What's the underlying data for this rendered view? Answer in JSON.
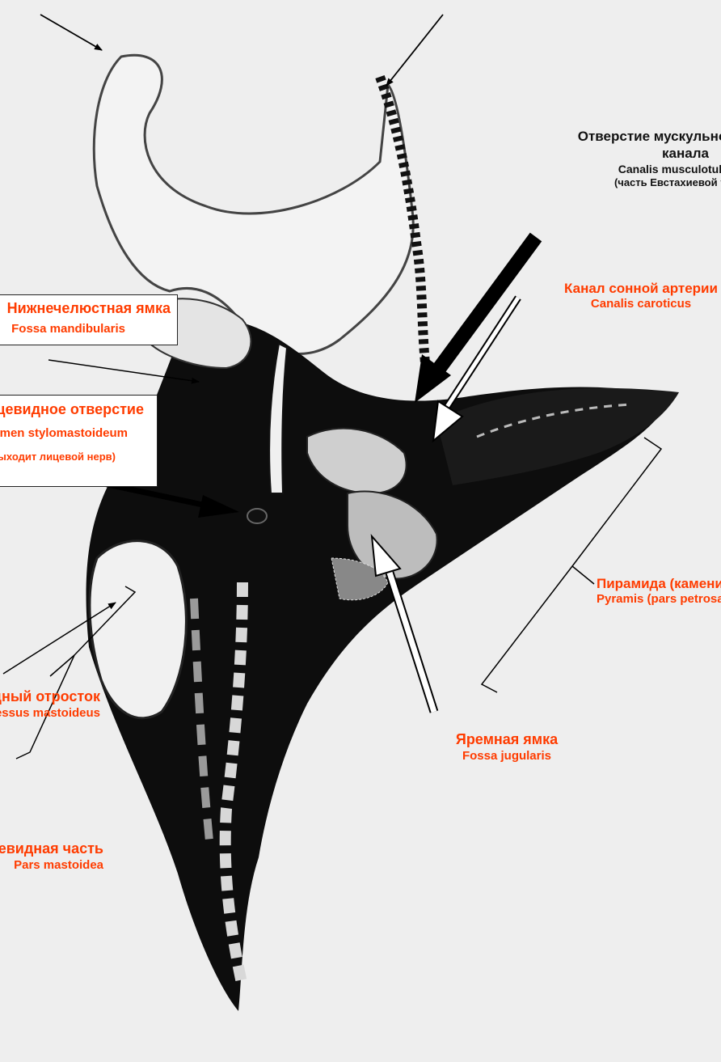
{
  "labels": {
    "musculotubal": {
      "ru": "Отверстие мускульно-трубного",
      "ru2": "канала",
      "la": "Canalis musculotubarius",
      "note": "(часть Евстахиевой трубы)"
    },
    "carotid": {
      "ru": "Канал сонной артерии",
      "la": "Canalis caroticus"
    },
    "mandibular": {
      "ru": "Нижнечелюстная ямка",
      "la": "Fossa mandibularis"
    },
    "stylomastoid": {
      "ru": "Шилососцевидное отверстие",
      "la": "Foramen stylomastoideum",
      "note": "(выходит лицевой нерв)"
    },
    "pyramid": {
      "ru": "Пирамида (каменистая часть)",
      "la": "Pyramis (pars petrosa)"
    },
    "mastoid_process": {
      "ru": "Сосцевидный отросток",
      "la": "Processus mastoideus"
    },
    "jugular": {
      "ru": "Яремная ямка",
      "la": "Fossa jugularis"
    },
    "mastoid_part": {
      "ru": "Сосцевидная часть",
      "la": "Pars mastoidea"
    }
  },
  "colors": {
    "label_red": "#ff3c00",
    "label_dark": "#111111",
    "background": "#eeeeee",
    "bone_dark": "#0d0d0d"
  }
}
